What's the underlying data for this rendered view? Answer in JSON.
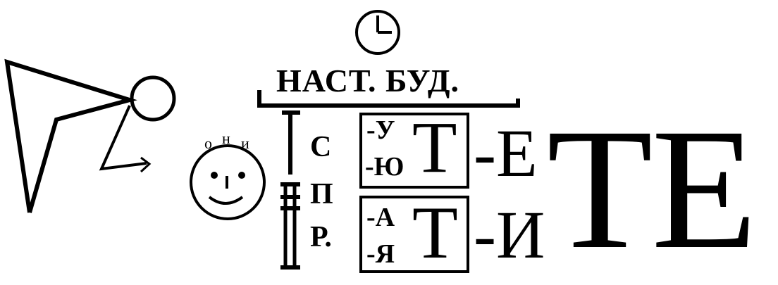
{
  "header": {
    "tense_label": "НАСТ. БУД."
  },
  "pronoun": {
    "label_chars": [
      "о",
      "н",
      "и"
    ]
  },
  "conjugation": {
    "rows": [
      "С",
      "П",
      "Р."
    ]
  },
  "first_conjugation": {
    "endings": [
      "-У",
      "-Ю"
    ],
    "letter": "Т",
    "suffix": "-Е"
  },
  "second_conjugation": {
    "endings": [
      "-А",
      "-Я"
    ],
    "letter": "Т",
    "suffix": "-И"
  },
  "result": {
    "ending": "ТЕ"
  },
  "icons": [
    "clock-icon",
    "speaker-pointing-icon",
    "smiley-face-icon"
  ]
}
